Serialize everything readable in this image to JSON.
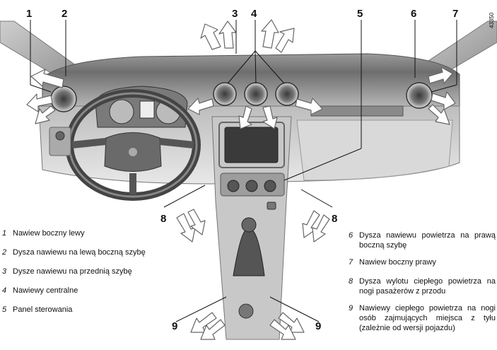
{
  "figure": {
    "ref_code": "43350",
    "callouts": [
      "1",
      "2",
      "3",
      "4",
      "5",
      "6",
      "7",
      "8",
      "8",
      "9",
      "9"
    ]
  },
  "legend_left": [
    {
      "num": "1",
      "text": "Nawiew boczny lewy"
    },
    {
      "num": "2",
      "text": "Dysza nawiewu na lewą boczną szybę"
    },
    {
      "num": "3",
      "text": "Dysze nawiewu na przednią szybę"
    },
    {
      "num": "4",
      "text": "Nawiewy centralne"
    },
    {
      "num": "5",
      "text": "Panel sterowania"
    }
  ],
  "legend_right": [
    {
      "num": "6",
      "text": "Dysza nawiewu powietrza na prawą boczną szybę"
    },
    {
      "num": "7",
      "text": "Nawiew boczny prawy"
    },
    {
      "num": "8",
      "text": "Dysza wylotu ciepłego powietrza na nogi pasażerów z przodu"
    },
    {
      "num": "9",
      "text": "Nawiewy ciepłego powietrza na nogi osób zajmujących miejsca z tyłu (zależnie od wersji pojazdu)"
    }
  ]
}
